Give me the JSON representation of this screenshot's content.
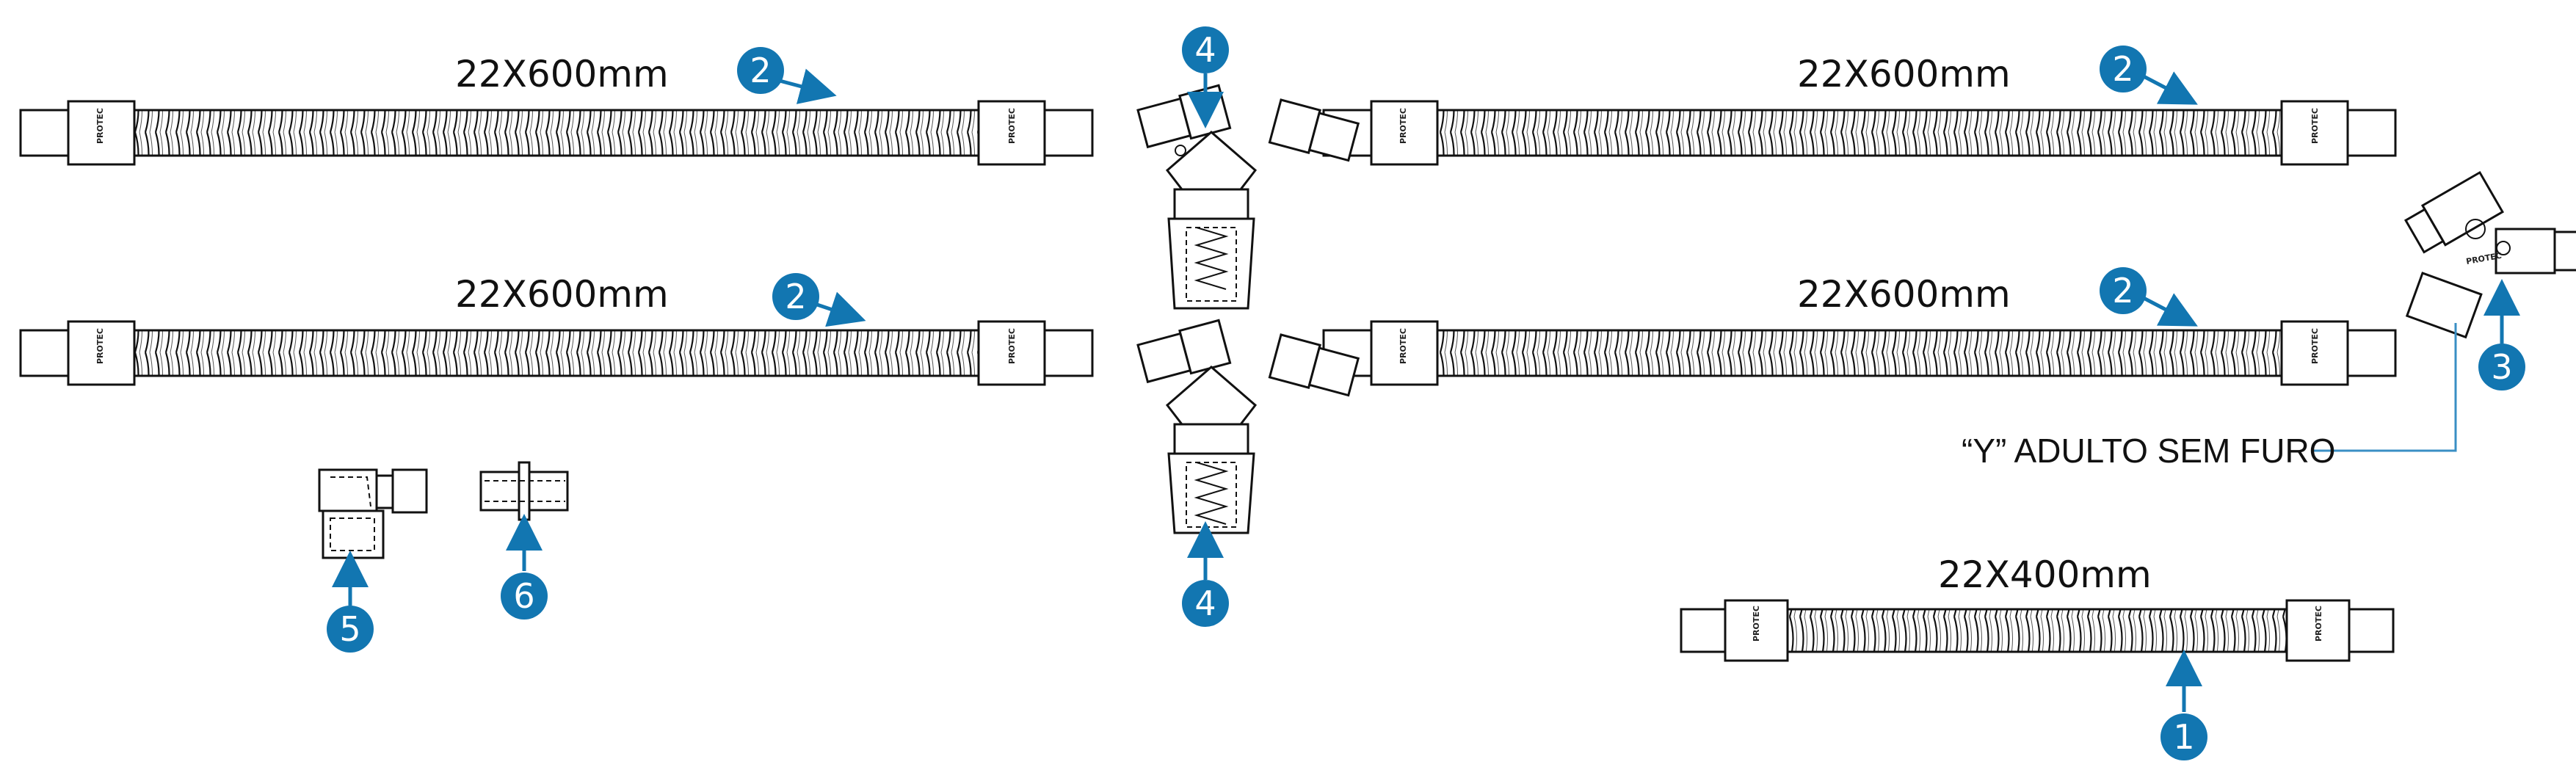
{
  "labels": {
    "tube_top_left": "22X600mm",
    "tube_mid_left": "22X600mm",
    "tube_top_right": "22X600mm",
    "tube_mid_right": "22X600mm",
    "tube_bottom": "22X400mm",
    "y_note": "“Y” ADULTO SEM FURO"
  },
  "brand_marks": [
    "PROTEC",
    "PROTEC"
  ],
  "callouts": [
    {
      "name": "callout-2-top-left",
      "number": "2"
    },
    {
      "name": "callout-2-mid-left",
      "number": "2"
    },
    {
      "name": "callout-2-top-right",
      "number": "2"
    },
    {
      "name": "callout-2-mid-right",
      "number": "2"
    },
    {
      "name": "callout-4-top",
      "number": "4"
    },
    {
      "name": "callout-4-bottom",
      "number": "4"
    },
    {
      "name": "callout-3",
      "number": "3"
    },
    {
      "name": "callout-5",
      "number": "5"
    },
    {
      "name": "callout-6",
      "number": "6"
    },
    {
      "name": "callout-1",
      "number": "1"
    }
  ],
  "colors": {
    "callout_fill": "#1276b1",
    "leader_line": "#3a8fc4",
    "line_art": "#111111"
  }
}
